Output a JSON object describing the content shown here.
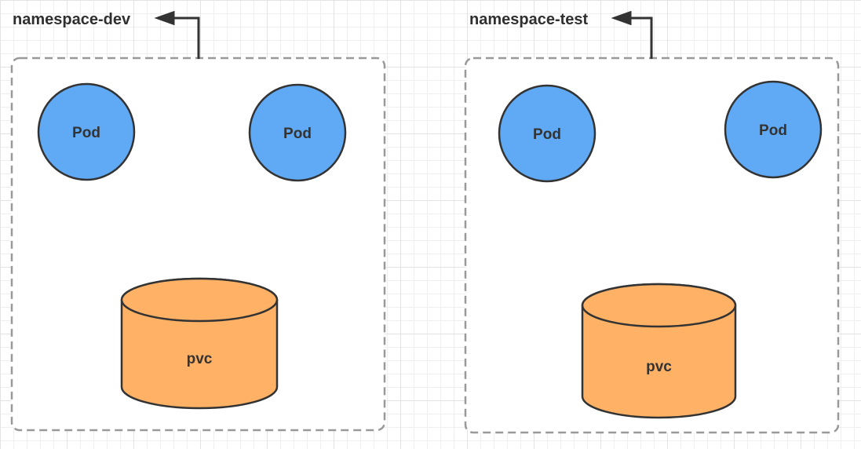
{
  "diagram": {
    "type": "kubernetes-namespace-diagram",
    "namespaces": [
      {
        "label": "namespace-dev",
        "pods": [
          {
            "label": "Pod"
          },
          {
            "label": "Pod"
          }
        ],
        "pvc": {
          "label": "pvc"
        }
      },
      {
        "label": "namespace-test",
        "pods": [
          {
            "label": "Pod"
          },
          {
            "label": "Pod"
          }
        ],
        "pvc": {
          "label": "pvc"
        }
      }
    ]
  },
  "colors": {
    "pod_fill": "#5FA9F5",
    "pod_stroke": "#333333",
    "pvc_fill": "#FFB266",
    "pvc_stroke": "#333333",
    "namespace_border": "#999999",
    "namespace_fill": "#ffffff",
    "arrow": "#333333",
    "label_text": "#2F2F2F",
    "grid_minor": "#EFEFEF",
    "grid_major": "#E3E3E3",
    "canvas_bg": "#FFFFFF"
  }
}
